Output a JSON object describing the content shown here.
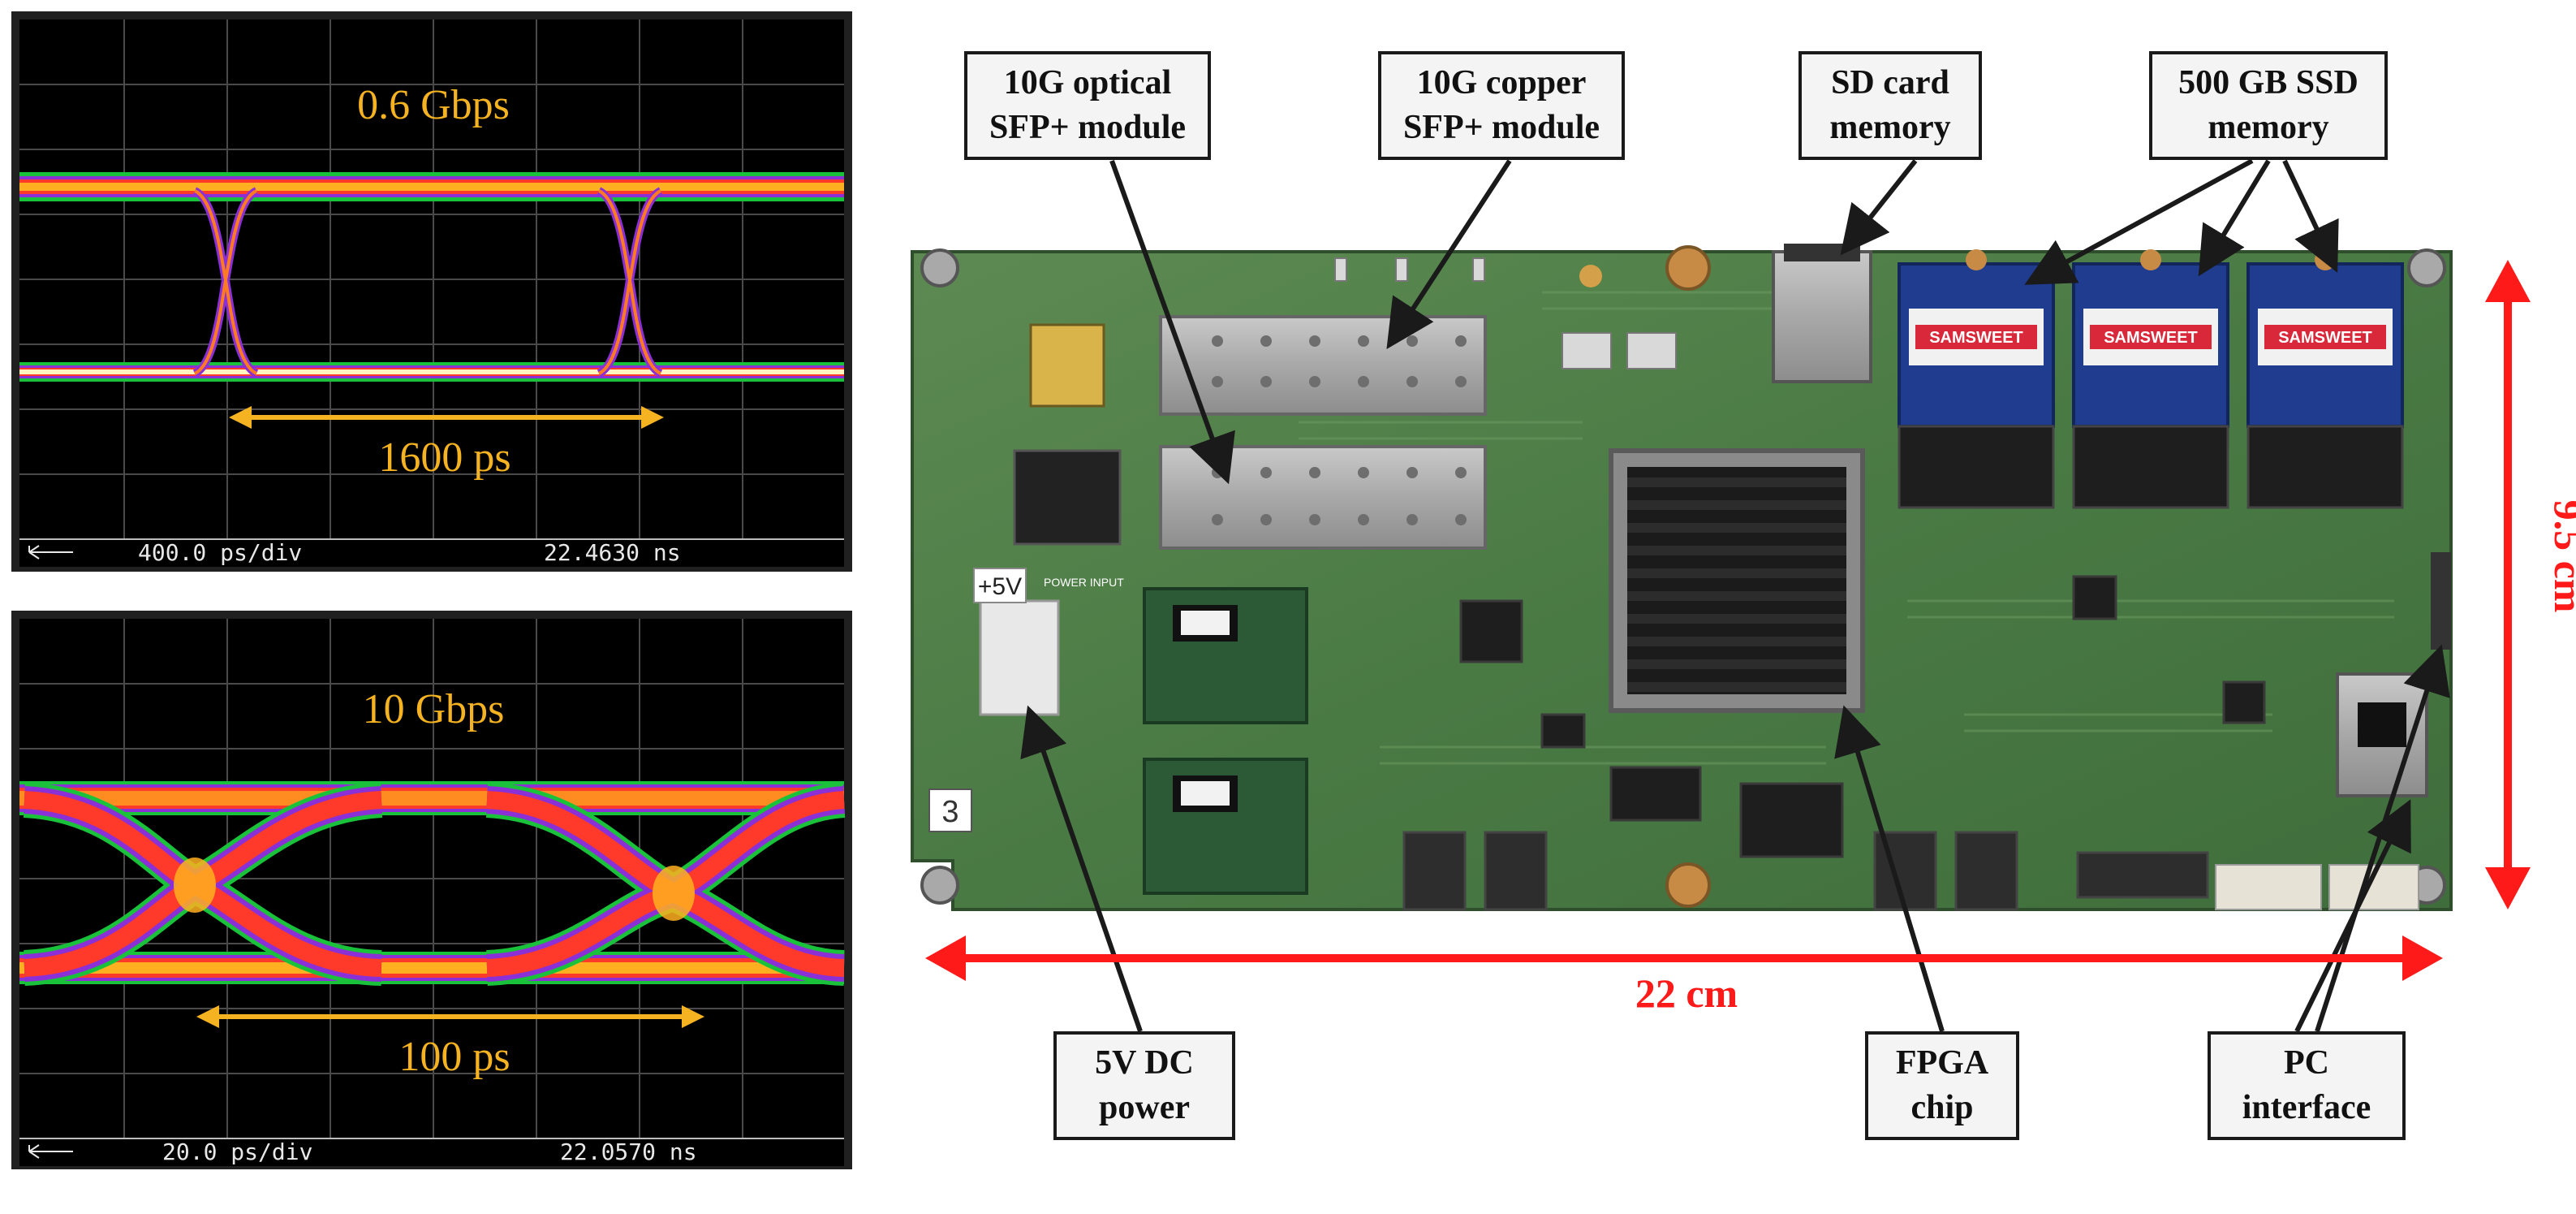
{
  "scopes": [
    {
      "rate": "0.6 Gbps",
      "period": "1600 ps",
      "timebase": "400.0 ps/div",
      "delay": "22.4630 ns"
    },
    {
      "rate": "10 Gbps",
      "period": "100 ps",
      "timebase": "20.0 ps/div",
      "delay": "22.0570 ns"
    }
  ],
  "callouts": {
    "optical_sfp": [
      "10G optical",
      "SFP+ module"
    ],
    "copper_sfp": [
      "10G copper",
      "SFP+ module"
    ],
    "sd_card": [
      "SD card",
      "memory"
    ],
    "ssd": [
      "500 GB SSD",
      "memory"
    ],
    "dc_power": [
      "5V DC",
      "power"
    ],
    "fpga": [
      "FPGA",
      "chip"
    ],
    "pc_interface": [
      "PC",
      "interface"
    ]
  },
  "board_silk": {
    "power_label": "+5V",
    "power_input": "POWER INPUT",
    "board_number": "3",
    "ssd_brand": "SAMSWEET"
  },
  "dimensions": {
    "width": "22 cm",
    "height": "9.5 cm"
  },
  "colors": {
    "scope_text": "#f5b221",
    "dimension_red": "#ff1a1a",
    "pcb_green": "#4f7d46",
    "scope_background": "#000000"
  }
}
